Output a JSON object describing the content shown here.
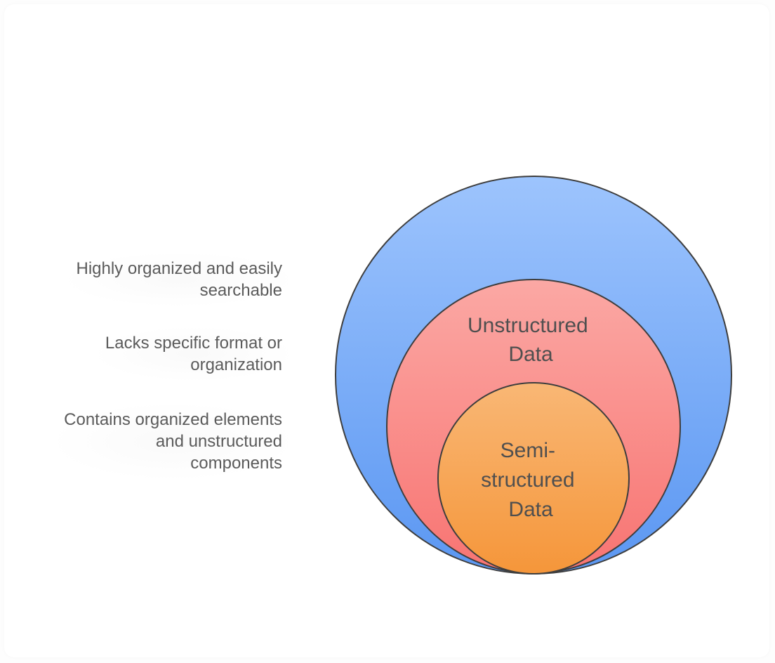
{
  "diagram": {
    "type": "nested-circles",
    "layers": [
      {
        "id": "structured",
        "title_lines": [],
        "description_lines": [
          "Highly organized and easily",
          "searchable"
        ],
        "colors": {
          "top": "#9dc4fd",
          "bottom": "#5b97f2"
        }
      },
      {
        "id": "unstructured",
        "title_lines": [
          "Unstructured",
          "Data"
        ],
        "description_lines": [
          "Lacks specific format or",
          "organization"
        ],
        "colors": {
          "top": "#fba8a4",
          "bottom": "#f87472"
        }
      },
      {
        "id": "semi-structured",
        "title_lines": [
          "Semi-",
          "structured",
          "Data"
        ],
        "description_lines": [
          "Contains organized elements",
          "and unstructured",
          "components"
        ],
        "colors": {
          "top": "#f9b775",
          "bottom": "#f5963a"
        }
      }
    ],
    "stroke_color": "#3e3e3e",
    "text_color": "#5b5b5b"
  }
}
